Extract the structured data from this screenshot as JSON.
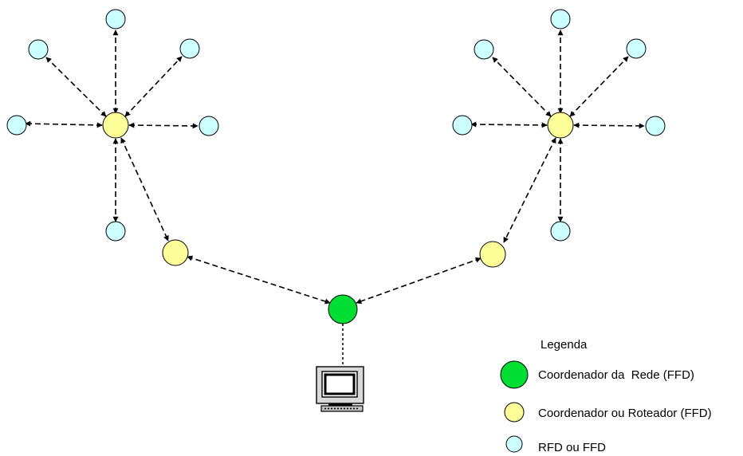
{
  "legend": {
    "title": "Legenda",
    "items": [
      {
        "kind": "coordinator",
        "label": "Coordenador da  Rede (FFD)"
      },
      {
        "kind": "router",
        "label": "Coordenador ou Roteador (FFD)"
      },
      {
        "kind": "device",
        "label": "RFD ou FFD"
      }
    ]
  },
  "colors": {
    "coordinator": "#00dd33",
    "router": "#ffff99",
    "device": "#ccffff",
    "link": "#000000"
  },
  "icons": [
    "computer-icon"
  ]
}
